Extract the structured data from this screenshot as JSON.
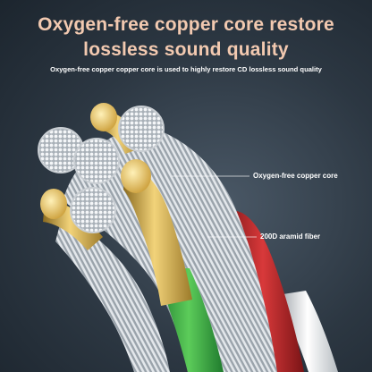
{
  "headline": {
    "line1": "Oxygen-free copper core restore",
    "line2": "lossless sound quality"
  },
  "subheadline": "Oxygen-free copper copper core is used to highly restore CD lossless sound quality",
  "callouts": [
    {
      "label": "Oxygen-free copper core"
    },
    {
      "label": "200D aramid fiber"
    }
  ],
  "colors": {
    "title": "#f2c9b0",
    "background": "#2c3742",
    "silver_strand": "#d8dde2",
    "gold_core": "#d9b24a",
    "green_insulation": "#3cb04a",
    "red_fiber": "#c0282a",
    "white_jacket": "#eeeeee"
  }
}
